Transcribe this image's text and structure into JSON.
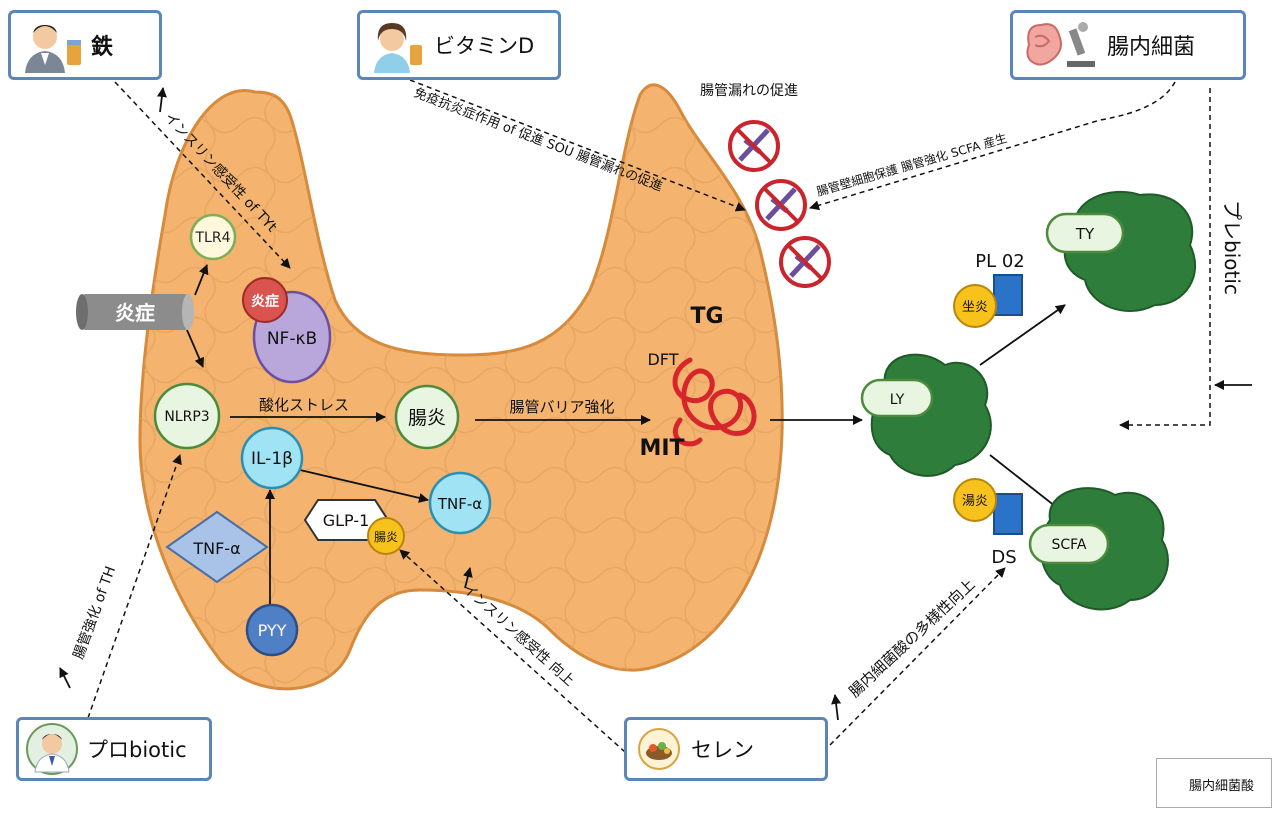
{
  "boxes": {
    "iron": "鉄",
    "vitd": "ビタミンD",
    "gut_bacteria": "腸内細菌",
    "probiotic": "プロbiotic",
    "selenium": "セレン"
  },
  "nodes": {
    "tlr4": "TLR4",
    "inflammation_cyl": "炎症",
    "inflammation_red": "炎症",
    "nfkb": "NF-κB",
    "nlrp3": "NLRP3",
    "enteritis": "腸炎",
    "il1b": "IL-1β",
    "tnfa_circle": "TNF-α",
    "tnfa_diamond": "TNF-α",
    "glp1": "GLP-1",
    "glp1_badge": "腸炎",
    "pyy": "PYY",
    "ty": "TY",
    "ly": "LY",
    "scfa": "SCFA",
    "pl_badge": "坐炎",
    "ds_badge": "湯炎"
  },
  "labels": {
    "tg": "TG",
    "dft": "DFT",
    "mit": "MIT",
    "pl02": "PL 02",
    "ds": "DS",
    "oxidative_stress": "酸化ストレス",
    "barrier": "腸管バリア強化",
    "insulin_top": "インスリン感受性 of TYt",
    "insulin_bottom": "インスリン感受性 向上",
    "probiotic_edge": "腸管強化 of TH",
    "selenium_edge": "腸内細菌酸の多様性向上",
    "vitd_edge": "免疫抗炎症作用 of 促進 SOU 腸管漏れの促進",
    "gut_edge": "腸管壁細胞保護 腸管強化 SCFA 産生",
    "top_text": "腸管漏れの促進",
    "prebiotic_vertical": "プレbiotic"
  },
  "legend": {
    "label": "腸内細菌酸"
  }
}
